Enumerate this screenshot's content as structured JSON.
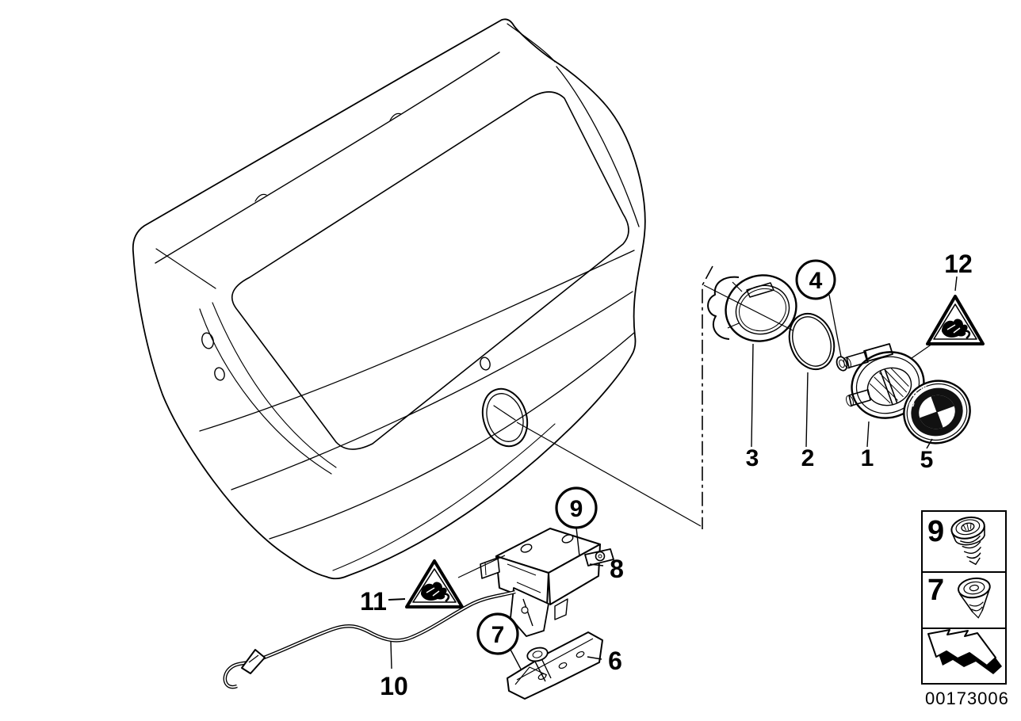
{
  "labels": {
    "part1": "1",
    "part2": "2",
    "part3": "3",
    "part4": "4",
    "part5": "5",
    "part6": "6",
    "part7": "7",
    "part8": "8",
    "part9": "9",
    "part10": "10",
    "part11": "11",
    "part12": "12",
    "legend_screw_torx": "9",
    "legend_screw_countersunk": "7",
    "emblem_text": "BMW",
    "image_code": "00173006"
  },
  "icons": {
    "warning_triangle": "pinch-hazard-triangle",
    "emblem": "bmw-roundel",
    "legend_item_1": "torx-pan-head-screw",
    "legend_item_2": "countersunk-screw",
    "legend_item_3": "direction-arrow"
  },
  "colors": {
    "line": "#000000",
    "background": "#ffffff",
    "emblem_dark": "#111111"
  }
}
